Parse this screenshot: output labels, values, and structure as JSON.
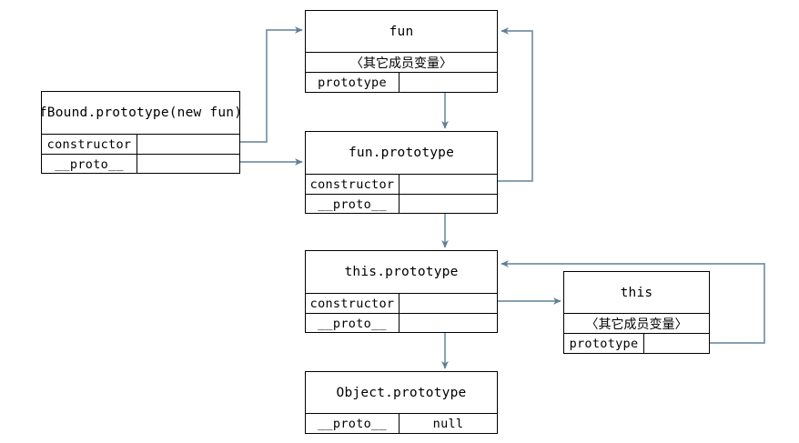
{
  "diagram": {
    "title": "JavaScript prototype chain diagram (fBound / fun / this)",
    "line_color": "#7593a8",
    "box_border_color": "#000000",
    "background": "#ffffff",
    "boxes": [
      {
        "id": "fbound",
        "header": "fBound.prototype(new fun)",
        "rows": [
          {
            "key": "constructor",
            "value": ""
          },
          {
            "key": "__proto__",
            "value": ""
          }
        ]
      },
      {
        "id": "fun",
        "header": "fun",
        "middle": "〈其它成员变量〉",
        "rows": [
          {
            "key": "prototype",
            "value": ""
          }
        ]
      },
      {
        "id": "fun-prototype",
        "header": "fun.prototype",
        "rows": [
          {
            "key": "constructor",
            "value": ""
          },
          {
            "key": "__proto__",
            "value": ""
          }
        ]
      },
      {
        "id": "this-prototype",
        "header": "this.prototype",
        "rows": [
          {
            "key": "constructor",
            "value": ""
          },
          {
            "key": "__proto__",
            "value": ""
          }
        ]
      },
      {
        "id": "this",
        "header": "this",
        "middle": "〈其它成员变量〉",
        "rows": [
          {
            "key": "prototype",
            "value": ""
          }
        ]
      },
      {
        "id": "object-prototype",
        "header": "Object.prototype",
        "rows": [
          {
            "key": "__proto__",
            "value": "null"
          }
        ]
      }
    ],
    "edges": [
      {
        "id": "fbound-constructor-to-fun",
        "from": "fbound.constructor",
        "to": "fun"
      },
      {
        "id": "fbound-proto-to-fun-prototype",
        "from": "fbound.__proto__",
        "to": "fun.prototype"
      },
      {
        "id": "fun-prototype-cell-to-fun-prototype-box",
        "from": "fun.prototype",
        "to": "fun.prototype"
      },
      {
        "id": "fun-prototype-constructor-to-fun",
        "from": "fun.prototype.constructor",
        "to": "fun"
      },
      {
        "id": "fun-prototype-proto-to-this-prototype",
        "from": "fun.prototype.__proto__",
        "to": "this.prototype"
      },
      {
        "id": "this-prototype-constructor-to-this",
        "from": "this.prototype.constructor",
        "to": "this"
      },
      {
        "id": "this-prototype-proto-to-object-prototype",
        "from": "this.prototype.__proto__",
        "to": "Object.prototype"
      },
      {
        "id": "this-prototype-cell-to-this-prototype-box",
        "from": "this.prototype",
        "to": "this.prototype"
      }
    ]
  }
}
